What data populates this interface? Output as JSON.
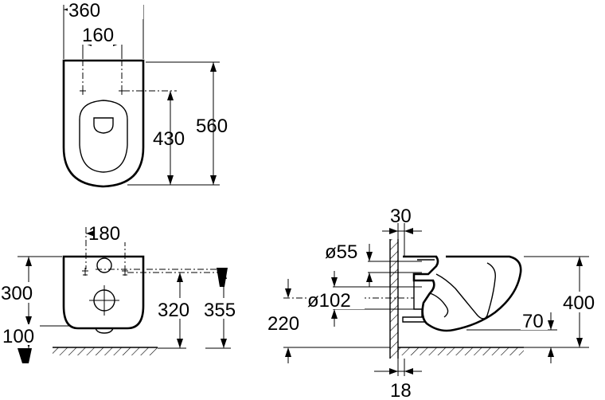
{
  "dimensions": {
    "top_view": {
      "width_total": "360",
      "fixing_spacing": "160",
      "fixing_to_rear": "430",
      "length_total": "560"
    },
    "front_view": {
      "inlet_spacing": "180",
      "fixing_height": "300",
      "bottom_height": "100",
      "inlet_height": "320",
      "connection_height": "355"
    },
    "side_view": {
      "wall_offset": "30",
      "inlet_diameter": "ø55",
      "outlet_diameter": "ø102",
      "outlet_height": "220",
      "rim_to_outlet": "70",
      "rim_height": "400",
      "wall_thickness": "18"
    }
  },
  "colors": {
    "line": "#000000",
    "background": "#ffffff"
  }
}
